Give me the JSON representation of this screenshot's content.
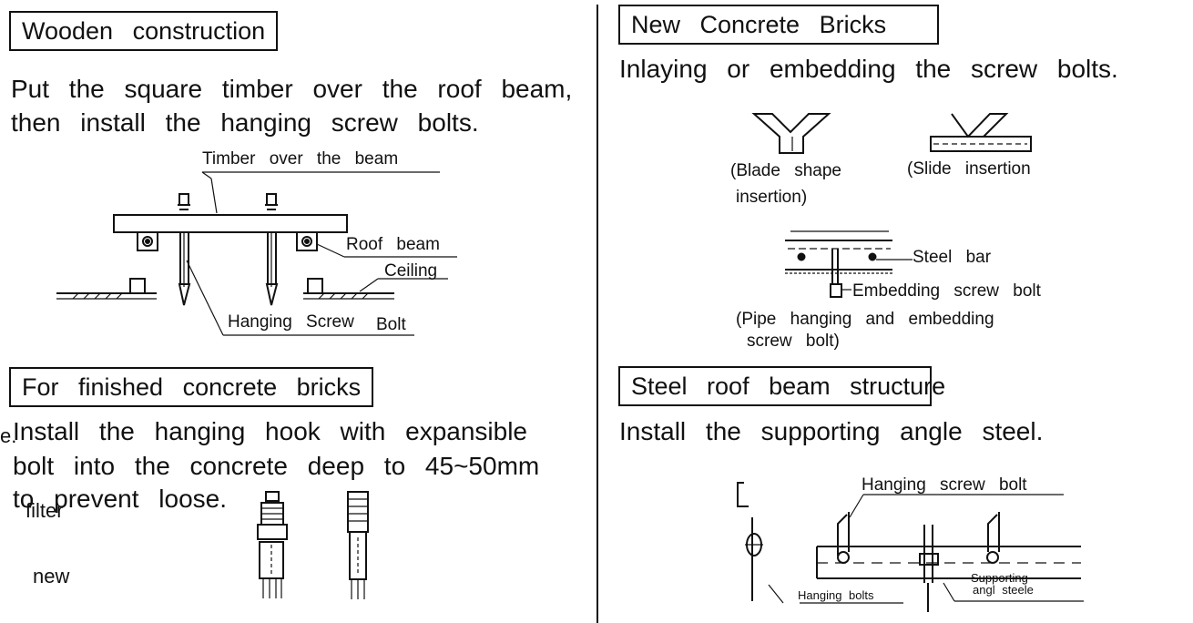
{
  "wooden": {
    "title": "Wooden construction",
    "desc1": "Put the square timber over the roof beam,",
    "desc2": "then install the hanging screw bolts.",
    "labels": {
      "timber": "Timber over the beam",
      "roof_beam": "Roof beam",
      "ceiling": "Ceiling",
      "hanging_screw": "Hanging Screw",
      "bolt": "Bolt"
    }
  },
  "new_concrete": {
    "title": "New Concrete Bricks",
    "desc": "Inlaying or embedding the screw bolts.",
    "labels": {
      "blade_shape": "(Blade shape",
      "insertion": "insertion)",
      "slide_insertion": "(Slide insertion",
      "steel_bar": "Steel bar",
      "embedding_bolt": "Embedding screw bolt",
      "pipe_hanging": "(Pipe hanging and embedding",
      "screw_bolt": "screw bolt)"
    }
  },
  "finished_concrete": {
    "title": "For finished concrete bricks",
    "desc1": "Install the hanging hook with expansible",
    "desc2": "bolt into the concrete deep to 45~50mm",
    "desc3": "to prevent loose.",
    "stray_e": "e.",
    "filter": "filter",
    "new": "new"
  },
  "steel_beam": {
    "title": "Steel roof beam structure",
    "desc": "Install the supporting angle steel.",
    "labels": {
      "hanging_screw_bolt": "Hanging screw bolt",
      "hanging_bolts": "Hanging bolts",
      "supporting": "Supporting",
      "angl_steele": "angl steele"
    }
  }
}
